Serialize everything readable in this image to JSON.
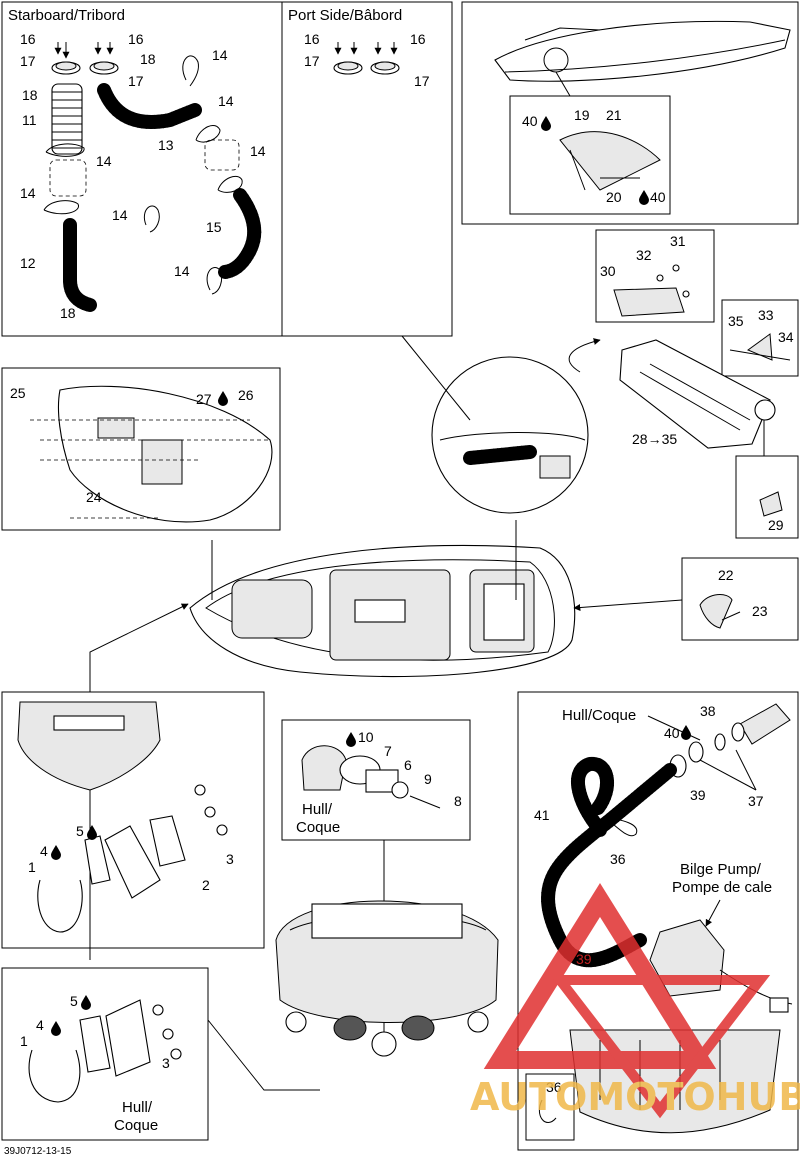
{
  "drawing_code": "39J0712-13-15",
  "panels": {
    "starboard": {
      "title": "Starboard/Tribord"
    },
    "port": {
      "title": "Port Side/Bâbord"
    },
    "bilge": {
      "hull_label": "Hull/Coque",
      "pump_label_line1": "Bilge Pump/",
      "pump_label_line2": "Pompe de cale"
    },
    "drain_plug": {
      "hull_line1": "Hull/",
      "hull_line2": "Coque"
    },
    "ubolt_lower": {
      "hull_line1": "Hull/",
      "hull_line2": "Coque"
    }
  },
  "callouts": {
    "c1a": "1",
    "c1b": "1",
    "c2": "2",
    "c3a": "3",
    "c3b": "3",
    "c4a": "4",
    "c4b": "4",
    "c5a": "5",
    "c5b": "5",
    "c6": "6",
    "c7": "7",
    "c8": "8",
    "c9": "9",
    "c10": "10",
    "c11": "11",
    "c12": "12",
    "c13": "13",
    "c14a": "14",
    "c14b": "14",
    "c14c": "14",
    "c14d": "14",
    "c14e": "14",
    "c14f": "14",
    "c14g": "14",
    "c15": "15",
    "c16a": "16",
    "c16b": "16",
    "c16c": "16",
    "c16d": "16",
    "c17a": "17",
    "c17b": "17",
    "c17c": "17",
    "c17d": "17",
    "c18a": "18",
    "c18b": "18",
    "c18c": "18",
    "c19": "19",
    "c20": "20",
    "c21": "21",
    "c22": "22",
    "c23": "23",
    "c24": "24",
    "c25": "25",
    "c26": "26",
    "c27": "27",
    "c28": "28→35",
    "c29": "29",
    "c30": "30",
    "c31": "31",
    "c32": "32",
    "c33": "33",
    "c34": "34",
    "c35": "35",
    "c36a": "36",
    "c36b": "36",
    "c37": "37",
    "c38": "38",
    "c39a": "39",
    "c39b": "39",
    "c40a": "40",
    "c40b": "40",
    "c40c": "40",
    "c41": "41"
  },
  "watermark": {
    "text": "AUTOMOTOHUB",
    "accent": "#e03030",
    "letters": "#f0b84a"
  },
  "colors": {
    "ink": "#000000",
    "paper": "#ffffff"
  },
  "icons": [
    "drop-icon"
  ]
}
